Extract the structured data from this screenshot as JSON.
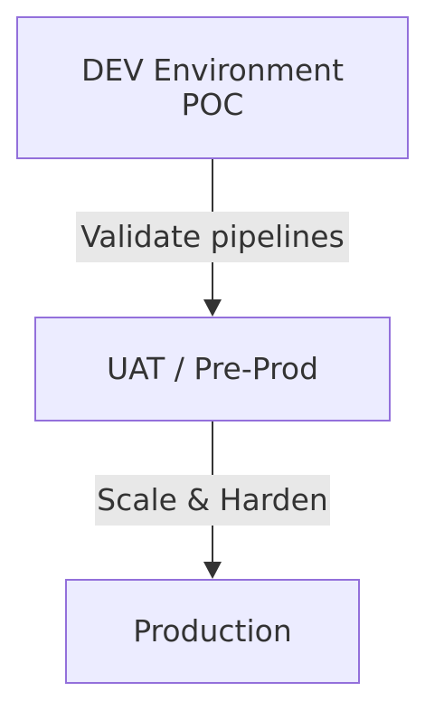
{
  "nodes": {
    "dev": {
      "line1": "DEV Environment",
      "line2": "POC"
    },
    "uat": {
      "label": "UAT / Pre-Prod"
    },
    "prod": {
      "label": "Production"
    }
  },
  "edges": {
    "dev_to_uat": {
      "label": "Validate pipelines"
    },
    "uat_to_prod": {
      "label": "Scale & Harden"
    }
  },
  "colors": {
    "node_fill": "#ECECFF",
    "node_border": "#9370DB",
    "edge_line": "#333333",
    "edge_label_bg": "#E8E8E8",
    "text": "#333333"
  }
}
